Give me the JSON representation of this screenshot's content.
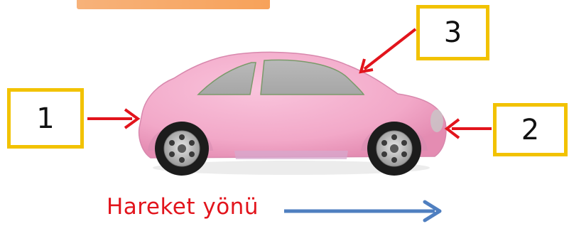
{
  "labels": {
    "box1": "1",
    "box2": "2",
    "box3": "3"
  },
  "caption": "Hareket yönü",
  "colors": {
    "box_border": "#f2c200",
    "pointer_arrow": "#e2141c",
    "motion_arrow": "#4f7fc0",
    "car_body": "#f2a8c8",
    "caption_text": "#e2141c"
  }
}
